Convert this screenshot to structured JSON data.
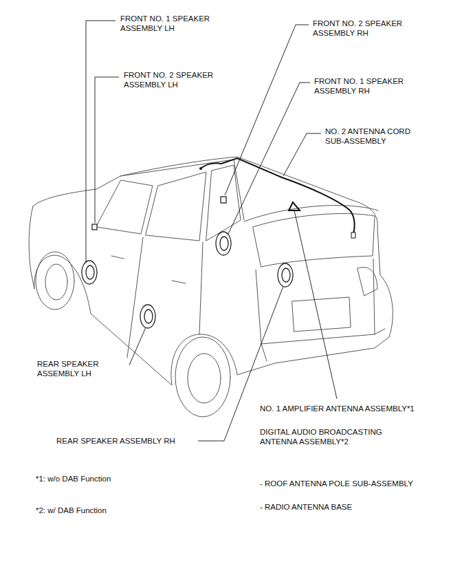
{
  "diagram": {
    "labels": [
      "FRONT NO. 1 SPEAKER ASSEMBLY LH",
      "FRONT NO. 2 SPEAKER ASSEMBLY LH",
      "FRONT NO. 2 SPEAKER ASSEMBLY RH",
      "FRONT NO. 1 SPEAKER ASSEMBLY RH",
      "NO. 2 ANTENNA CORD SUB-ASSEMBLY",
      "REAR SPEAKER ASSEMBLY LH",
      "NO. 1 AMPLIFIER ANTENNA ASSEMBLY*1",
      "REAR SPEAKER ASSEMBLY RH",
      "DIGITAL AUDIO BROADCASTING ANTENNA ASSEMBLY*2",
      "*1: w/o DAB Function",
      "- ROOF ANTENNA POLE SUB-ASSEMBLY",
      "*2: w/ DAB Function",
      "- RADIO ANTENNA BASE"
    ]
  }
}
